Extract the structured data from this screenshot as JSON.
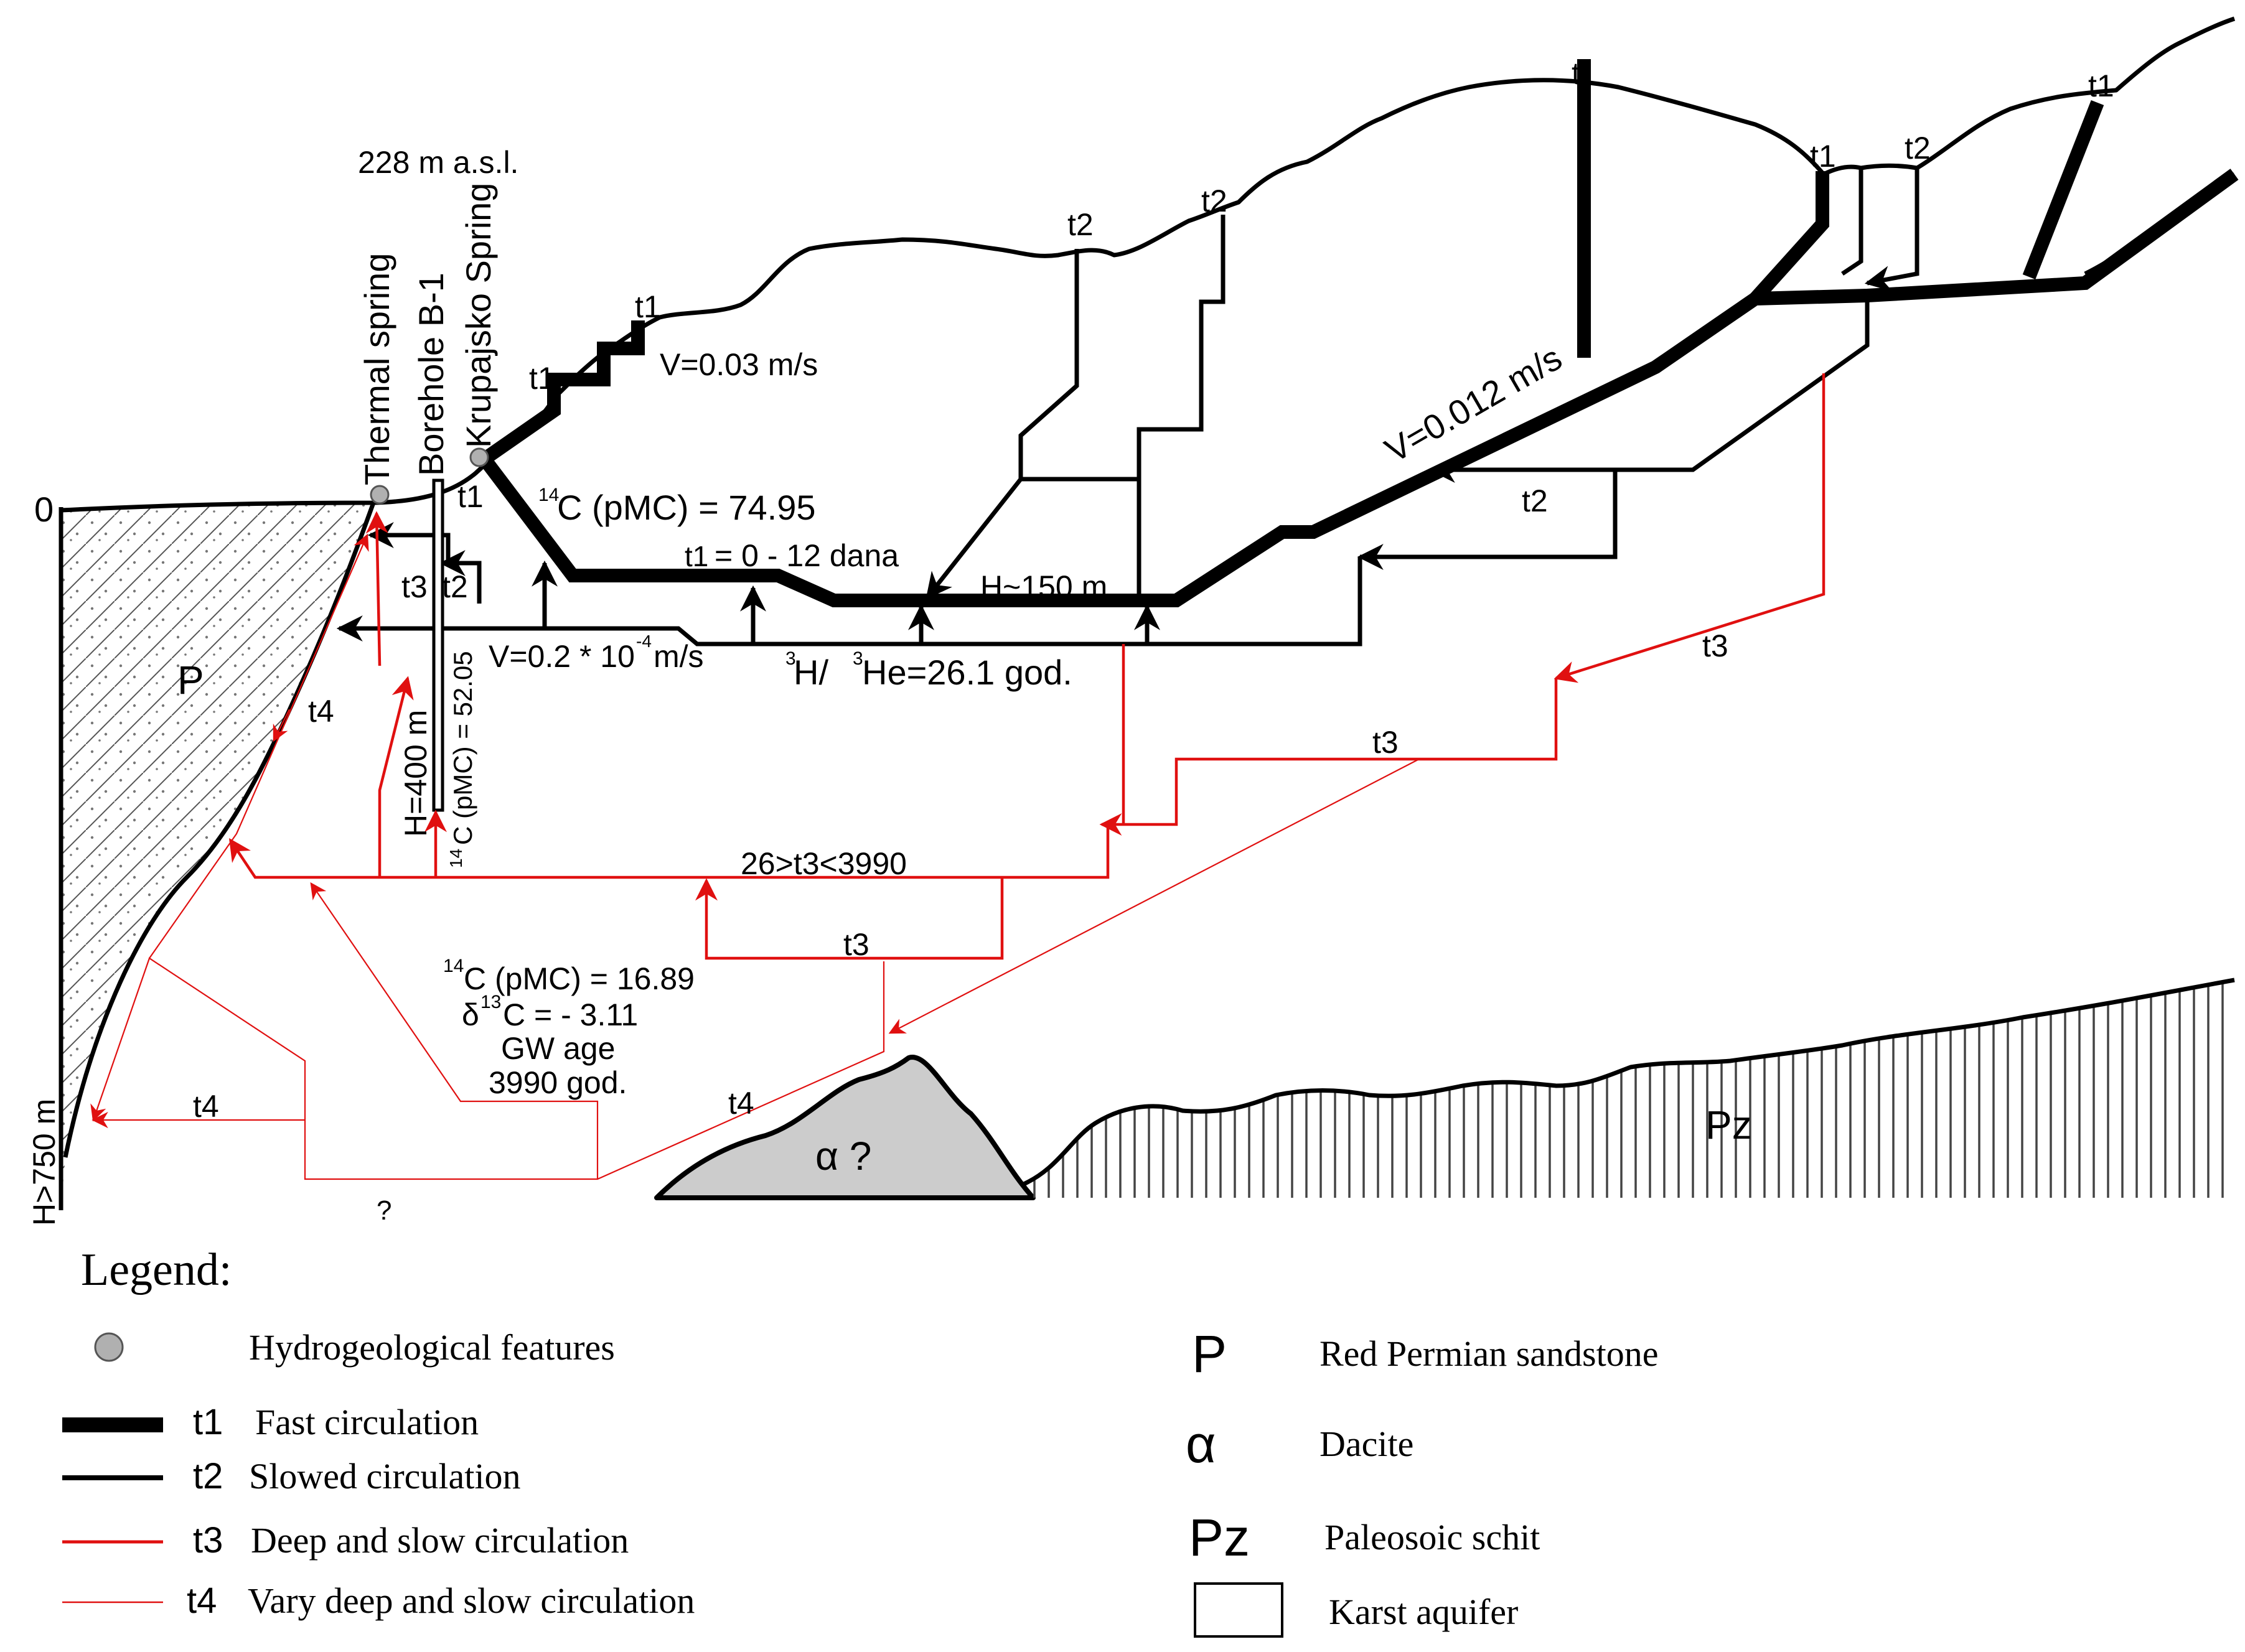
{
  "labels": {
    "elevation": "228 m a.s.l.",
    "zero": "0",
    "thermal_spring": "Thermal spring",
    "borehole": "Borehole B-1",
    "krupajsko": "Krupajsko Spring",
    "v_003": "V=0.03 m/s",
    "v_0012": "V=0.012 m/s",
    "c14_7495": "C (pMC) = 74.95",
    "c14_sup": "14",
    "t1_range": "= 0 - 12 dana",
    "h150": "H~150 m",
    "v02": "V=0.2 * 10",
    "v02_sup": "-4",
    "v02_unit": "m/s",
    "he_ratio": "H/",
    "he_ratio_b": "He=26.1 god.",
    "he_sup": "3",
    "h400": "H=400 m",
    "c14_5205": "C (pMC) = 52.05",
    "range_t3": "26>t3<3990",
    "c14_1689": "C (pMC) = 16.89",
    "d13c": "C = - 3.11",
    "delta": "δ",
    "d13_sup": "13",
    "gw_age": "GW age",
    "gw_age_val": "3990 god.",
    "h750": "H>750 m",
    "question": "?",
    "P": "P",
    "alpha": "α ?",
    "Pz": "Pz",
    "t1": "t1",
    "t2": "t2",
    "t3": "t3",
    "t4": "t4"
  },
  "legend": {
    "title": "Legend:",
    "items": [
      {
        "code": "",
        "text": "Hydrogeological features"
      },
      {
        "code": "t1",
        "text": "Fast circulation"
      },
      {
        "code": "t2",
        "text": "Slowed circulation"
      },
      {
        "code": "t3",
        "text": "Deep and slow circulation"
      },
      {
        "code": "t4",
        "text": "Vary deep and slow circulation"
      }
    ],
    "rock_items": [
      {
        "symbol": "P",
        "text": "Red Permian sandstone"
      },
      {
        "symbol": "α",
        "text": "Dacite"
      },
      {
        "symbol": "Pz",
        "text": "Paleosoic schit"
      },
      {
        "symbol": "",
        "text": "Karst aquifer"
      }
    ]
  },
  "colors": {
    "fast": "#000000",
    "deep": "#e01010",
    "dacite": "#cccccc",
    "feature": "#b0b0b0"
  }
}
